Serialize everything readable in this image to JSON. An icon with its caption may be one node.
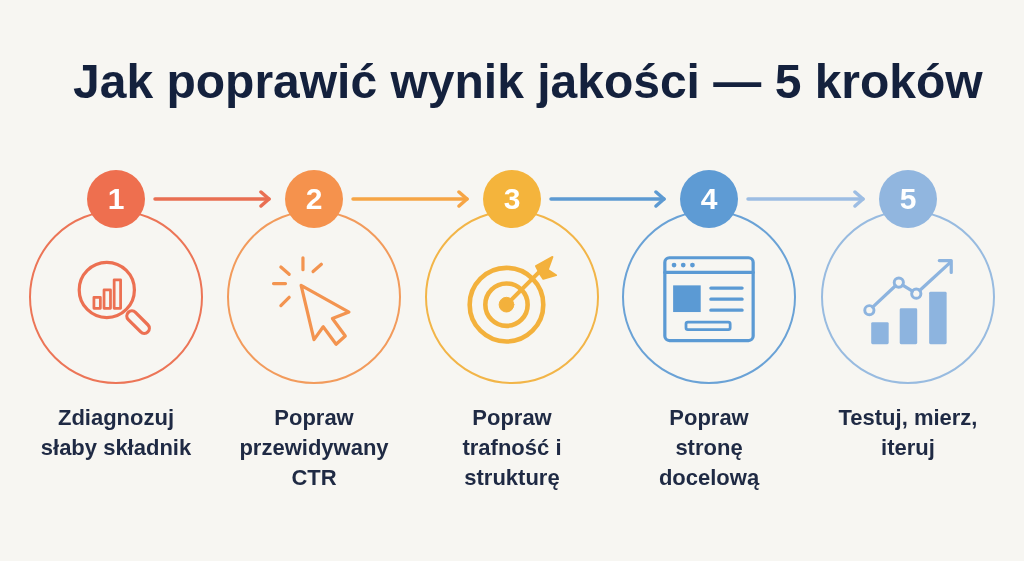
{
  "diagram": {
    "title": "Jak poprawić wynik jakości — 5 kroków",
    "nodes": [
      {
        "text": [
          "1"
        ]
      },
      {
        "text": [
          "Zdiagnozuj słaby składnik"
        ]
      },
      {
        "text": [
          "2"
        ]
      },
      {
        "text": [
          "Popraw przewidywany CTR"
        ]
      },
      {
        "text": [
          "3"
        ]
      },
      {
        "text": [
          "Popraw trafność i strukturę"
        ]
      },
      {
        "text": [
          "4"
        ]
      },
      {
        "text": [
          "Popraw stronę docelową"
        ]
      },
      {
        "text": [
          "5"
        ]
      },
      {
        "text": [
          "Testuj, mierz, iteruj"
        ]
      }
    ],
    "edges": [
      {
        "from": 0,
        "to": 2,
        "arrow": "to",
        "color": "#e96f52"
      },
      {
        "from": 2,
        "to": 4,
        "arrow": "to",
        "color": "#f6a545"
      },
      {
        "from": 4,
        "to": 6,
        "arrow": "to",
        "color": "#5d9ad2"
      },
      {
        "from": 6,
        "to": 8,
        "arrow": "to",
        "color": "#9dbde3"
      }
    ]
  }
}
